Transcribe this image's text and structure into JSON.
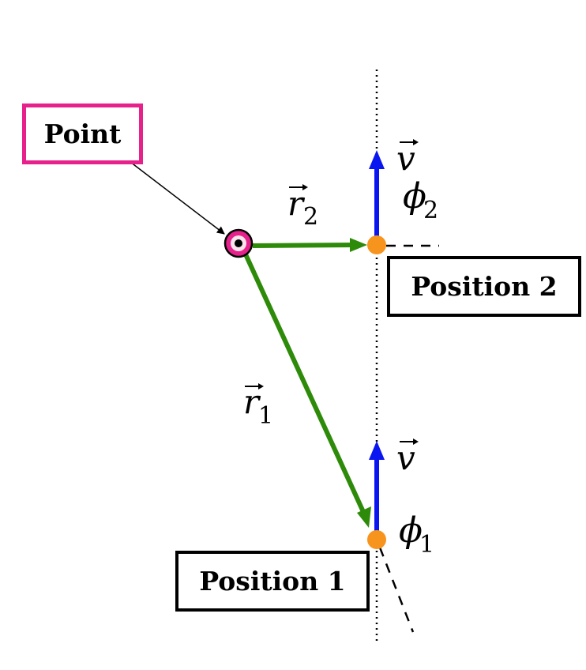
{
  "labels": {
    "point": "Point",
    "position_2": "Position 2",
    "position_1": "Position 1"
  },
  "symbols": {
    "r2": "r",
    "r2_sub": "2",
    "r1": "r",
    "r1_sub": "1",
    "v": "v",
    "phi2": "ϕ",
    "phi2_sub": "2",
    "phi1": "ϕ",
    "phi1_sub": "1"
  },
  "colors": {
    "point_box_border": "#e6218c",
    "point_marker": "#e6218c",
    "position_vector": "#2e8b0a",
    "velocity_vector": "#0a16f0",
    "particle": "#f7941d",
    "box_border": "#000000"
  }
}
